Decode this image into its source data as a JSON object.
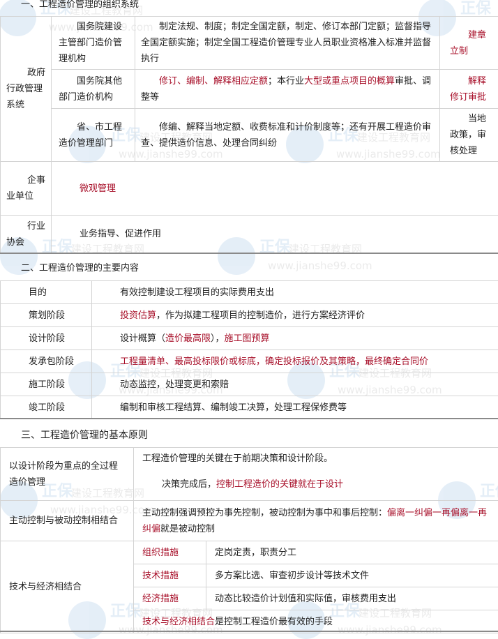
{
  "watermark": {
    "brand": "正保",
    "site_name": "建设工程教育网",
    "url": "www.jianshe99.com"
  },
  "colors": {
    "highlight_red": "#a8102a",
    "text": "#222222",
    "border": "#d4d4d4"
  },
  "section1": {
    "title": "一、工程造价管理的组织系统",
    "gov_label": "政府行政管理系统",
    "gov_rows": [
      {
        "org": "国务院建设主管部门造价管理机构",
        "duty": "制定法规、制度；制定全国定额，制定、修订本部门定额；监督指导全国定额实施；制定全国工程造价管理专业人员职业资格准入标准并监督执行",
        "keyword": "建章立制"
      },
      {
        "org": "国务院其他部门造价机构",
        "duty_red1": "修订、编制、解释相应定额",
        "duty_mid": "；本行业",
        "duty_red2": "大型或重点项目的概算",
        "duty_tail": "审批、调整等",
        "keyword": "解释修订审批"
      },
      {
        "org": "省、市工程造价管理部门",
        "duty": "修编、解释当地定额、收费标准和计价制度等；还有开展工程造价审查、提供造价信息、处理合同纠纷",
        "keyword": "当地政策，审核处理"
      }
    ],
    "enterprise": {
      "label": "企事业单位",
      "value": "微观管理"
    },
    "association": {
      "label": "行业协会",
      "value": "业务指导、促进作用"
    }
  },
  "section2": {
    "title": "二、工程造价管理的主要内容",
    "rows": [
      {
        "stage": "目的",
        "parts": [
          {
            "t": "有效控制建设工程项目的实际费用支出",
            "red": false
          }
        ]
      },
      {
        "stage": "策划阶段",
        "parts": [
          {
            "t": "投资估算",
            "red": true
          },
          {
            "t": "，作为拟建工程项目的控制造价，进行方案经济评价",
            "red": false
          }
        ]
      },
      {
        "stage": "设计阶段",
        "parts": [
          {
            "t": "设计概算（",
            "red": false
          },
          {
            "t": "造价最高限",
            "red": true
          },
          {
            "t": "），",
            "red": false
          },
          {
            "t": "施工图预算",
            "red": true
          }
        ]
      },
      {
        "stage": "发承包阶段",
        "parts": [
          {
            "t": "工程量清单、最高投标限价或标底，确定投标报价及其策略，最终确定合同价",
            "red": true
          }
        ]
      },
      {
        "stage": "施工阶段",
        "parts": [
          {
            "t": "动态监控，处理变更和索赔",
            "red": false
          }
        ]
      },
      {
        "stage": "竣工阶段",
        "parts": [
          {
            "t": "编制和审核工程结算、编制竣工决算，处理工程保修费等",
            "red": false
          }
        ]
      }
    ]
  },
  "section3": {
    "title": "三、工程造价管理的基本原则",
    "principle1": {
      "label": "以设计阶段为重点的全过程造价管理",
      "line1": "工程造价管理的关键在于前期决策和设计阶段。",
      "line2_prefix": "决策完成后，",
      "line2_red": "控制工程造价的关键就在于设计"
    },
    "principle2": {
      "label": "主动控制与被动控制相结合",
      "text": "主动控制强调预控为事先控制，被动控制为事中和事后控制：",
      "red": "偏离一纠偏一再偏离一再纠偏",
      "tail": "就是被动控制"
    },
    "principle3": {
      "label": "技术与经济相结合",
      "measures": [
        {
          "name": "组织措施",
          "desc": "定岗定责，职责分工"
        },
        {
          "name": "技术措施",
          "desc": "多方案比选、审查初步设计等技术文件"
        },
        {
          "name": "经济措施",
          "desc": "动态比较造价计划值和实际值，审核费用支出"
        }
      ],
      "summary_red": "技术与经济相结合",
      "summary_tail": "是控制工程造价最有效的手段"
    }
  }
}
